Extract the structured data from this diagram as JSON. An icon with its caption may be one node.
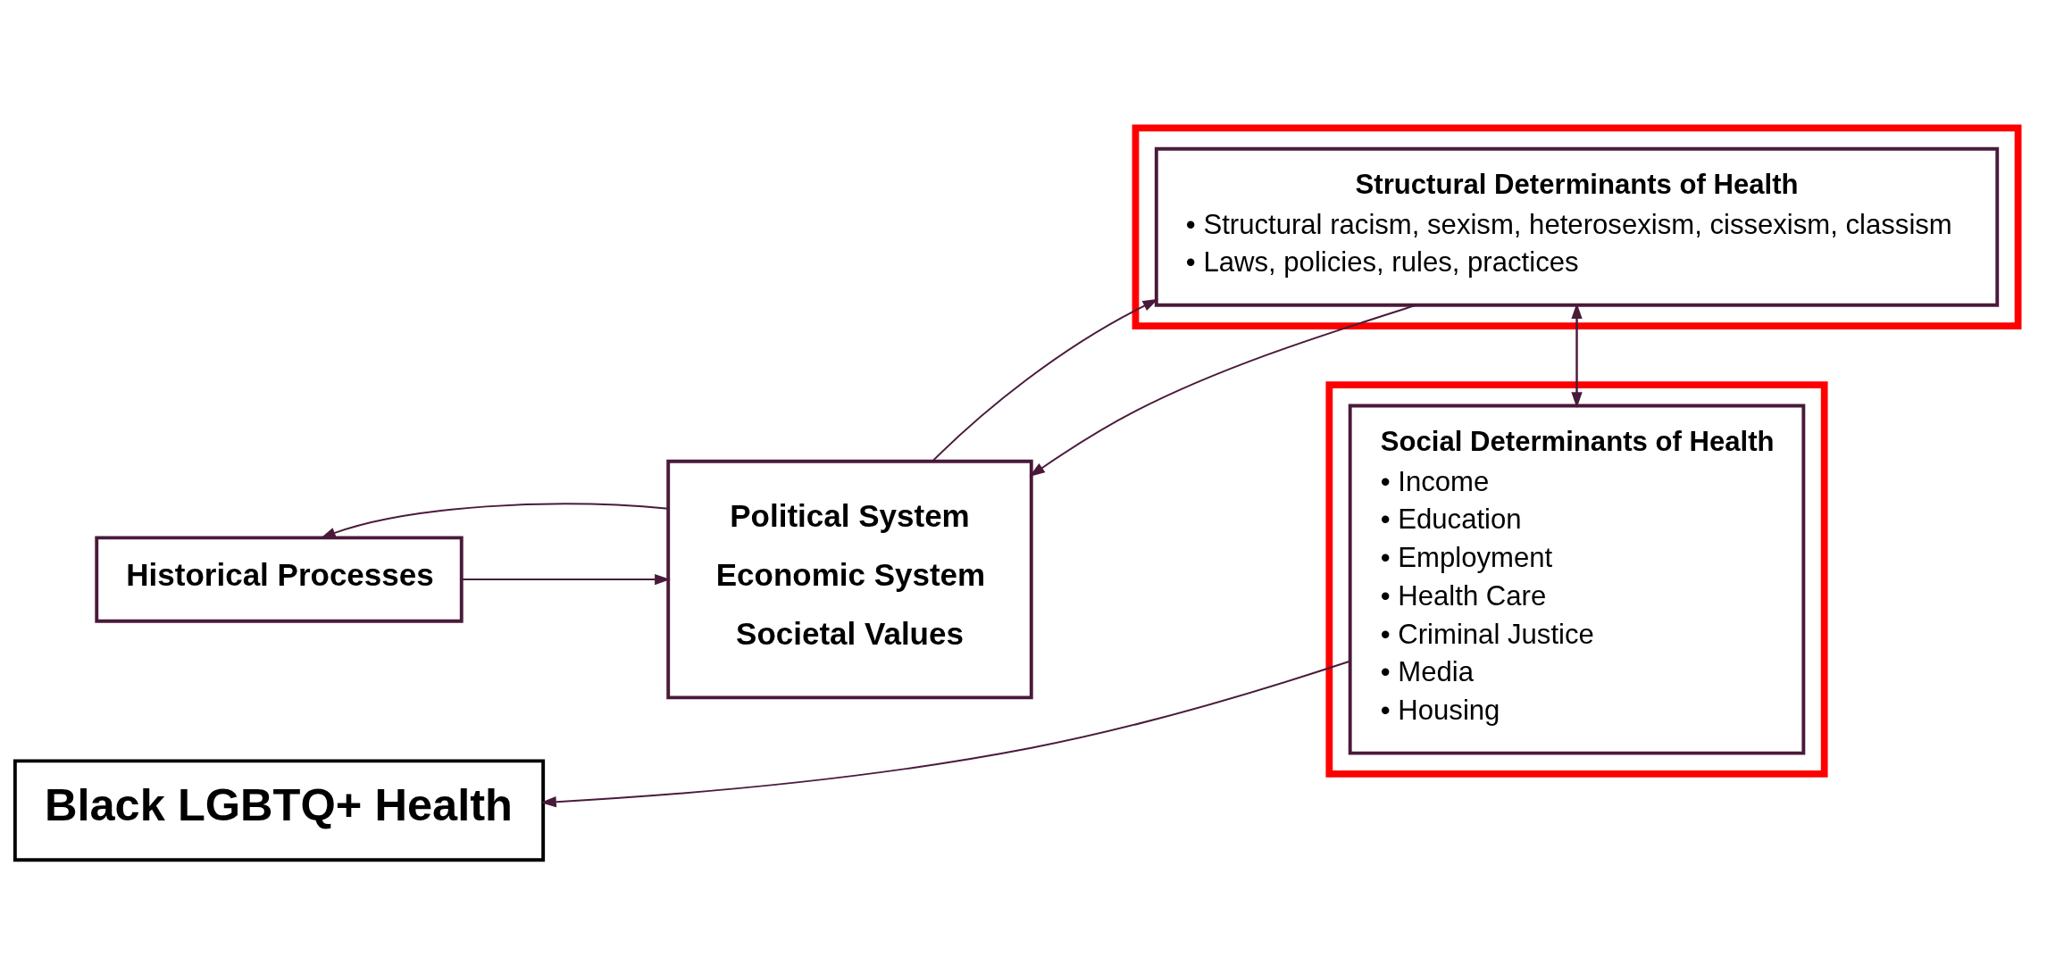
{
  "diagram": {
    "nodes": [
      {
        "text": [
          "Historical Processes"
        ]
      },
      {
        "text": [
          "Political System",
          "Economic System",
          "Societal Values"
        ]
      },
      {
        "text": [],
        "shape": "box"
      },
      {
        "text": [
          "Structural Determinants of Health",
          "• Structural racism, sexism, heterosexism, cissexism, classism",
          "• Laws, policies, rules, practices"
        ],
        "in": 2
      },
      {
        "text": [],
        "shape": "box"
      },
      {
        "text": [
          "Social Determinants of Health",
          "• Income",
          "• Education",
          "• Employment",
          "• Health Care",
          "• Criminal Justice",
          "• Media",
          "• Housing"
        ],
        "in": 4
      },
      {
        "text": [
          "Black LGBTQ+ Health"
        ]
      }
    ],
    "edges": [
      {
        "from": 0,
        "to": 1,
        "arrow": "to"
      },
      {
        "from": 1,
        "to": 0,
        "arrow": "to"
      },
      {
        "from": 1,
        "to": 3,
        "arrow": "to"
      },
      {
        "from": 3,
        "to": 1,
        "arrow": "to"
      },
      {
        "from": 5,
        "to": 3,
        "arrow": "to"
      },
      {
        "from": 3,
        "to": 5,
        "arrow": "to"
      },
      {
        "from": 5,
        "to": 6,
        "arrow": "to"
      }
    ]
  }
}
